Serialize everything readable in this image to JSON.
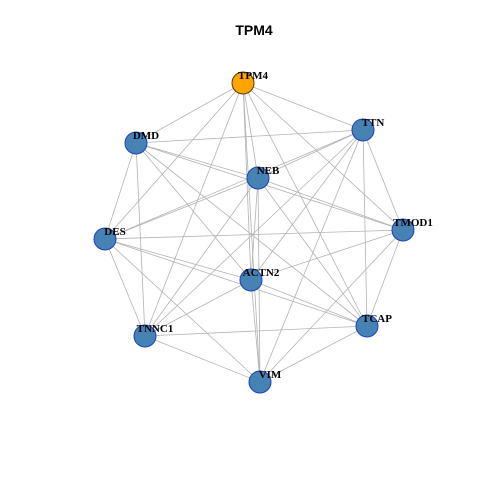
{
  "title": "TPM4",
  "colors": {
    "background": "#ffffff",
    "edge": "#b3b3b3",
    "node_fill": "#4682b4",
    "node_stroke": "#1f3fbf",
    "hub_fill": "#ffa500",
    "hub_stroke": "#5a3a00",
    "label": "#000000"
  },
  "nodes": [
    {
      "id": "TPM4",
      "label": "TPM4",
      "hub": true
    },
    {
      "id": "TTN",
      "label": "TTN",
      "hub": false
    },
    {
      "id": "DMD",
      "label": "DMD",
      "hub": false
    },
    {
      "id": "NEB",
      "label": "NEB",
      "hub": false
    },
    {
      "id": "TMOD1",
      "label": "TMOD1",
      "hub": false
    },
    {
      "id": "DES",
      "label": "DES",
      "hub": false
    },
    {
      "id": "ACTN2",
      "label": "ACTN2",
      "hub": false
    },
    {
      "id": "TCAP",
      "label": "TCAP",
      "hub": false
    },
    {
      "id": "TNNC1",
      "label": "TNNC1",
      "hub": false
    },
    {
      "id": "VIM",
      "label": "VIM",
      "hub": false
    }
  ],
  "edges": [
    [
      "TPM4",
      "TTN"
    ],
    [
      "TPM4",
      "DMD"
    ],
    [
      "TPM4",
      "NEB"
    ],
    [
      "TPM4",
      "TMOD1"
    ],
    [
      "TPM4",
      "DES"
    ],
    [
      "TPM4",
      "ACTN2"
    ],
    [
      "TPM4",
      "TCAP"
    ],
    [
      "TPM4",
      "TNNC1"
    ],
    [
      "TPM4",
      "VIM"
    ],
    [
      "TTN",
      "DMD"
    ],
    [
      "TTN",
      "NEB"
    ],
    [
      "TTN",
      "TMOD1"
    ],
    [
      "TTN",
      "DES"
    ],
    [
      "TTN",
      "ACTN2"
    ],
    [
      "TTN",
      "TCAP"
    ],
    [
      "TTN",
      "TNNC1"
    ],
    [
      "TTN",
      "VIM"
    ],
    [
      "DMD",
      "NEB"
    ],
    [
      "DMD",
      "TMOD1"
    ],
    [
      "DMD",
      "DES"
    ],
    [
      "DMD",
      "ACTN2"
    ],
    [
      "DMD",
      "TCAP"
    ],
    [
      "DMD",
      "TNNC1"
    ],
    [
      "NEB",
      "TMOD1"
    ],
    [
      "NEB",
      "DES"
    ],
    [
      "NEB",
      "ACTN2"
    ],
    [
      "NEB",
      "TCAP"
    ],
    [
      "NEB",
      "TNNC1"
    ],
    [
      "NEB",
      "VIM"
    ],
    [
      "TMOD1",
      "DES"
    ],
    [
      "TMOD1",
      "ACTN2"
    ],
    [
      "TMOD1",
      "TCAP"
    ],
    [
      "TMOD1",
      "VIM"
    ],
    [
      "DES",
      "ACTN2"
    ],
    [
      "DES",
      "TCAP"
    ],
    [
      "DES",
      "TNNC1"
    ],
    [
      "DES",
      "VIM"
    ],
    [
      "ACTN2",
      "TCAP"
    ],
    [
      "ACTN2",
      "TNNC1"
    ],
    [
      "ACTN2",
      "VIM"
    ],
    [
      "TCAP",
      "TNNC1"
    ],
    [
      "TCAP",
      "VIM"
    ],
    [
      "TNNC1",
      "VIM"
    ]
  ]
}
